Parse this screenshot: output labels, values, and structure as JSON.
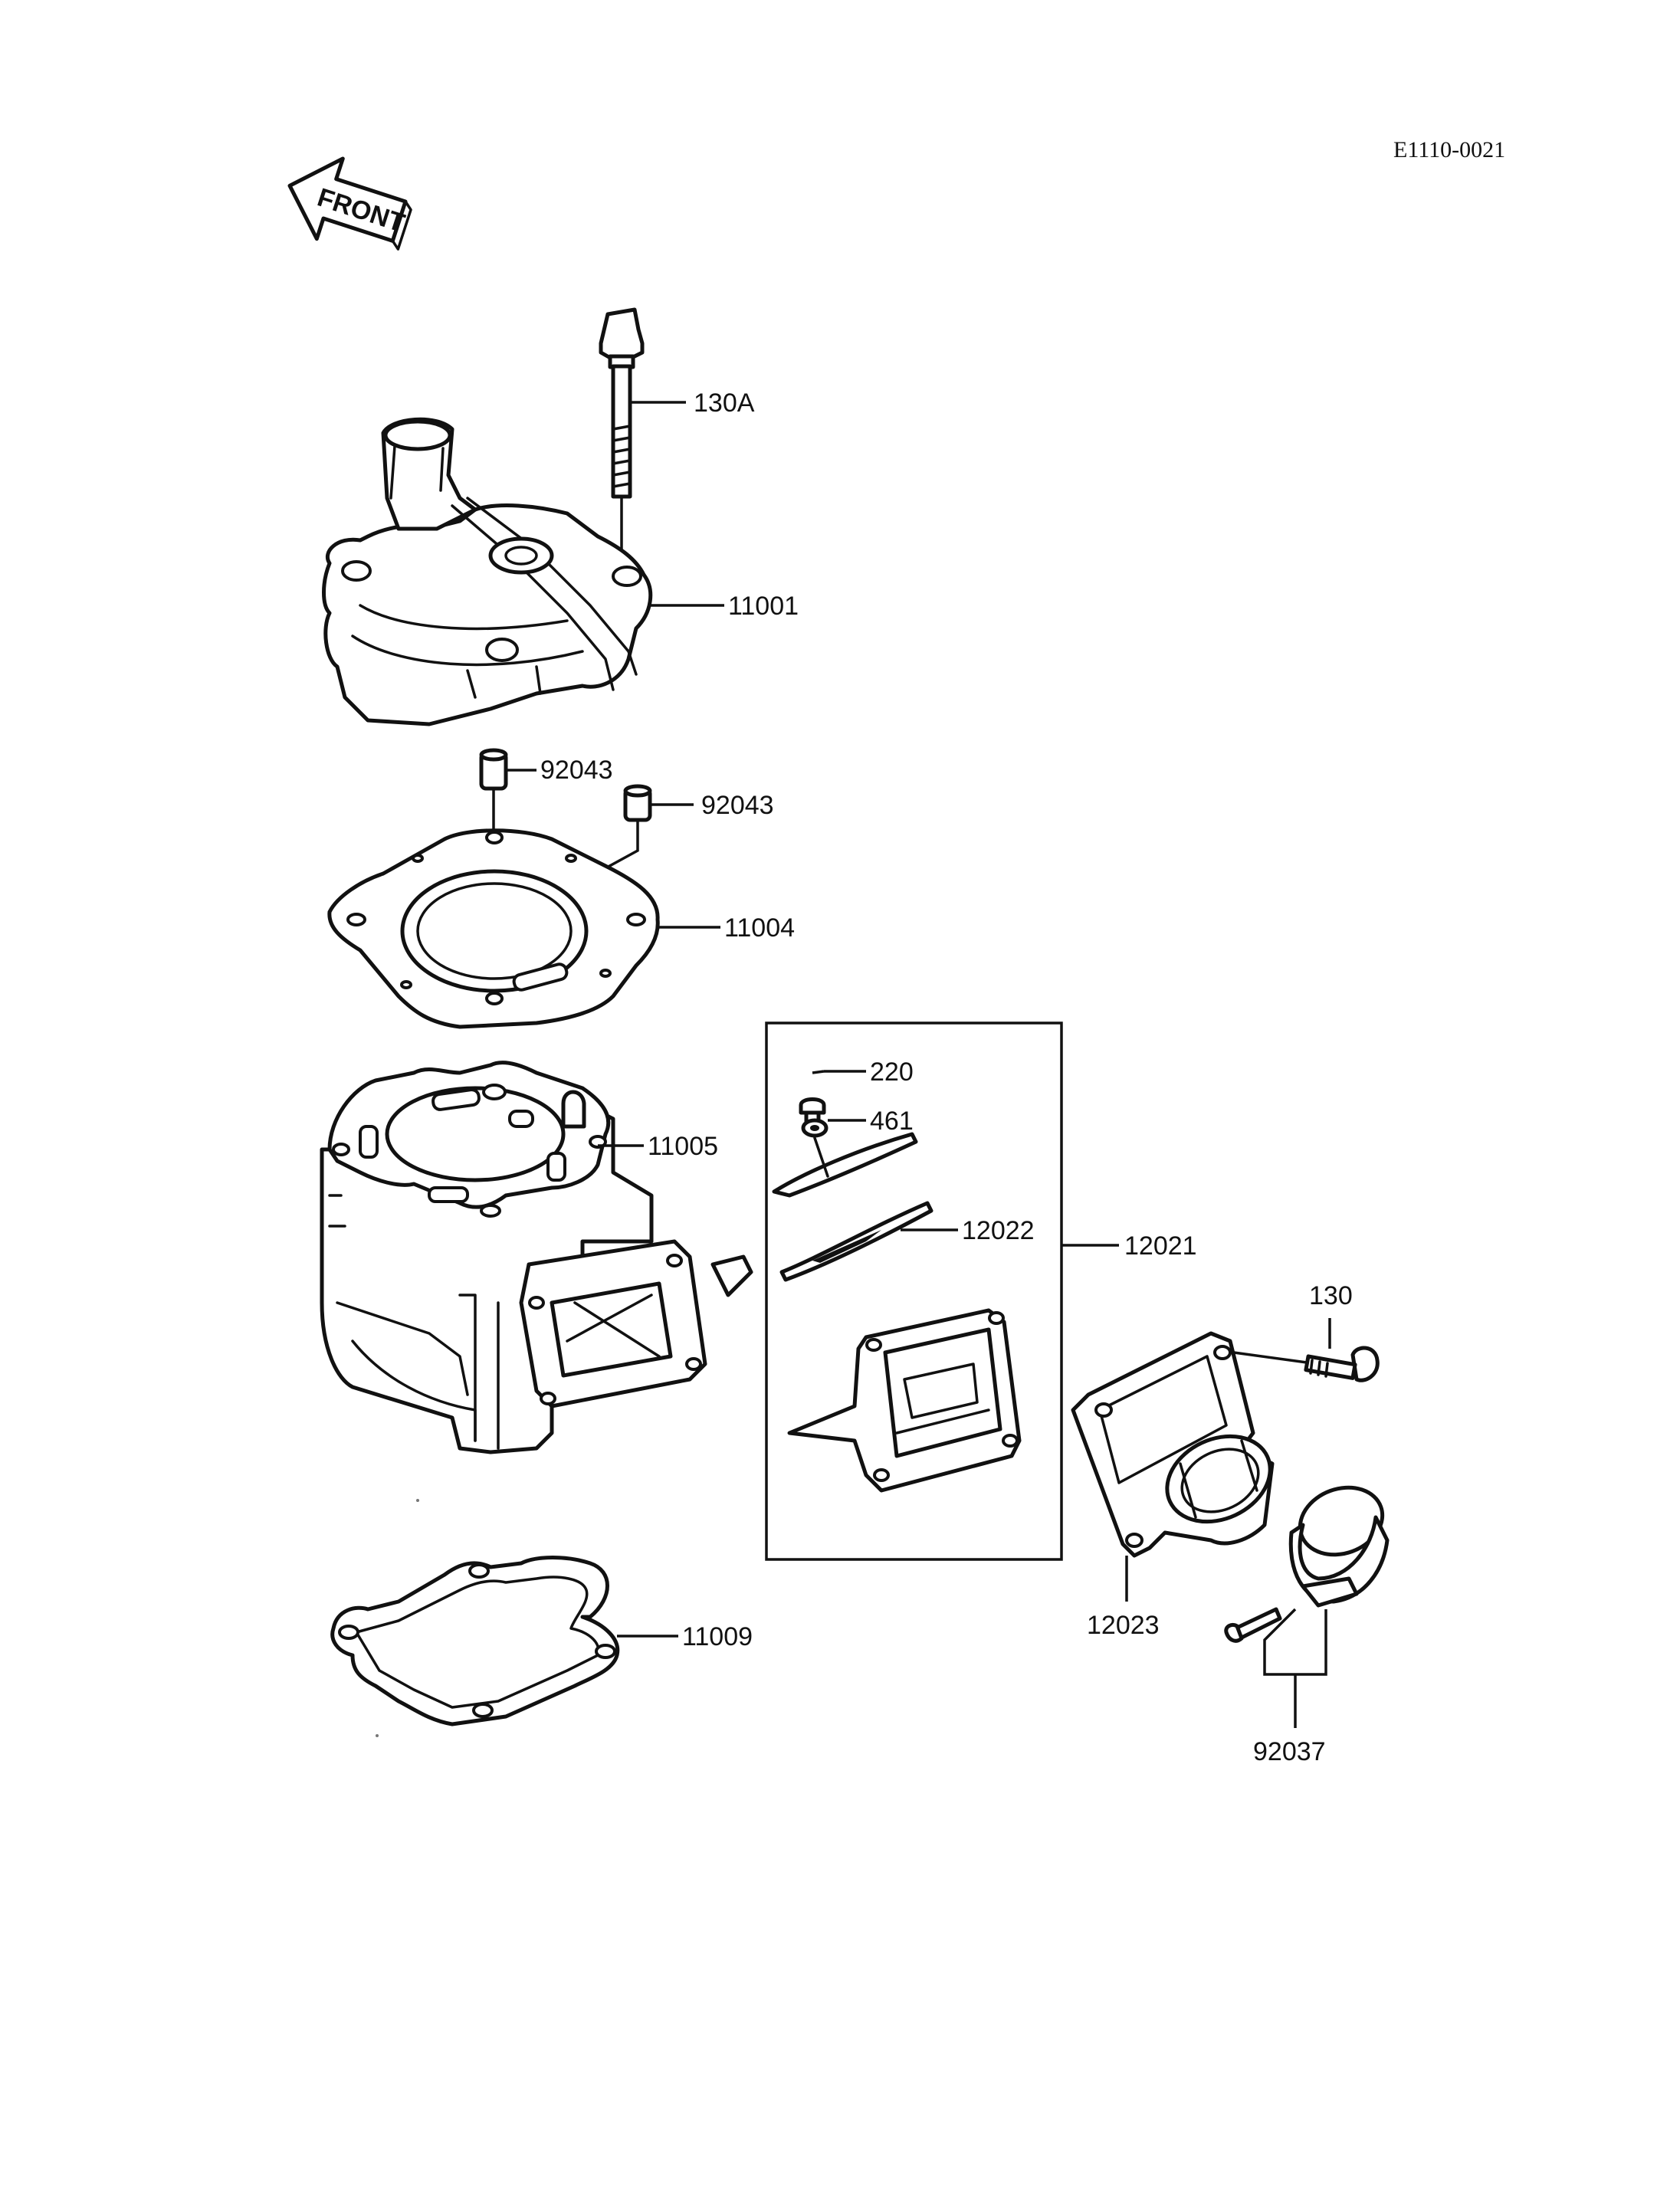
{
  "diagram": {
    "code": "E1110-0021",
    "front_label": "FRONT",
    "callouts": {
      "bolt_head": "130A",
      "cylinder_head": "11001",
      "dowel_pin_left": "92043",
      "dowel_pin_right": "92043",
      "head_gasket": "11004",
      "cylinder": "11005",
      "screw": "220",
      "washer": "461",
      "reed": "12022",
      "reed_valve_assembly": "12021",
      "bolt": "130",
      "base_gasket": "11009",
      "intake_manifold": "12023",
      "clamp": "92037"
    }
  }
}
